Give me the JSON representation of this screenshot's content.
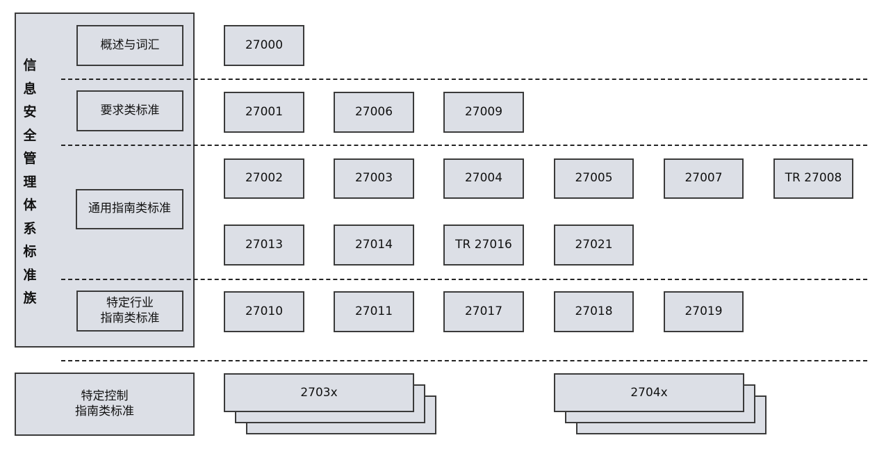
{
  "family_title": [
    "信",
    "息",
    "安",
    "全",
    "管",
    "理",
    "体",
    "系",
    "标",
    "准",
    "族"
  ],
  "categories": {
    "overview": "概述与词汇",
    "requirements": "要求类标准",
    "general": "通用指南类标准",
    "sector": [
      "特定行业",
      "指南类标准"
    ],
    "control": [
      "特定控制",
      "指南类标准"
    ]
  },
  "standards": {
    "overview": [
      "27000"
    ],
    "requirements": [
      "27001",
      "27006",
      "27009"
    ],
    "general_row1": [
      "27002",
      "27003",
      "27004",
      "27005",
      "27007",
      "TR 27008"
    ],
    "general_row2": [
      "27013",
      "27014",
      "TR 27016",
      "27021"
    ],
    "sector": [
      "27010",
      "27011",
      "27017",
      "27018",
      "27019"
    ],
    "control": [
      "2703x",
      "2704x"
    ]
  },
  "colors": {
    "box_fill": "#dcdfe6",
    "border": "#3a3a3a",
    "dash": "#222222"
  }
}
